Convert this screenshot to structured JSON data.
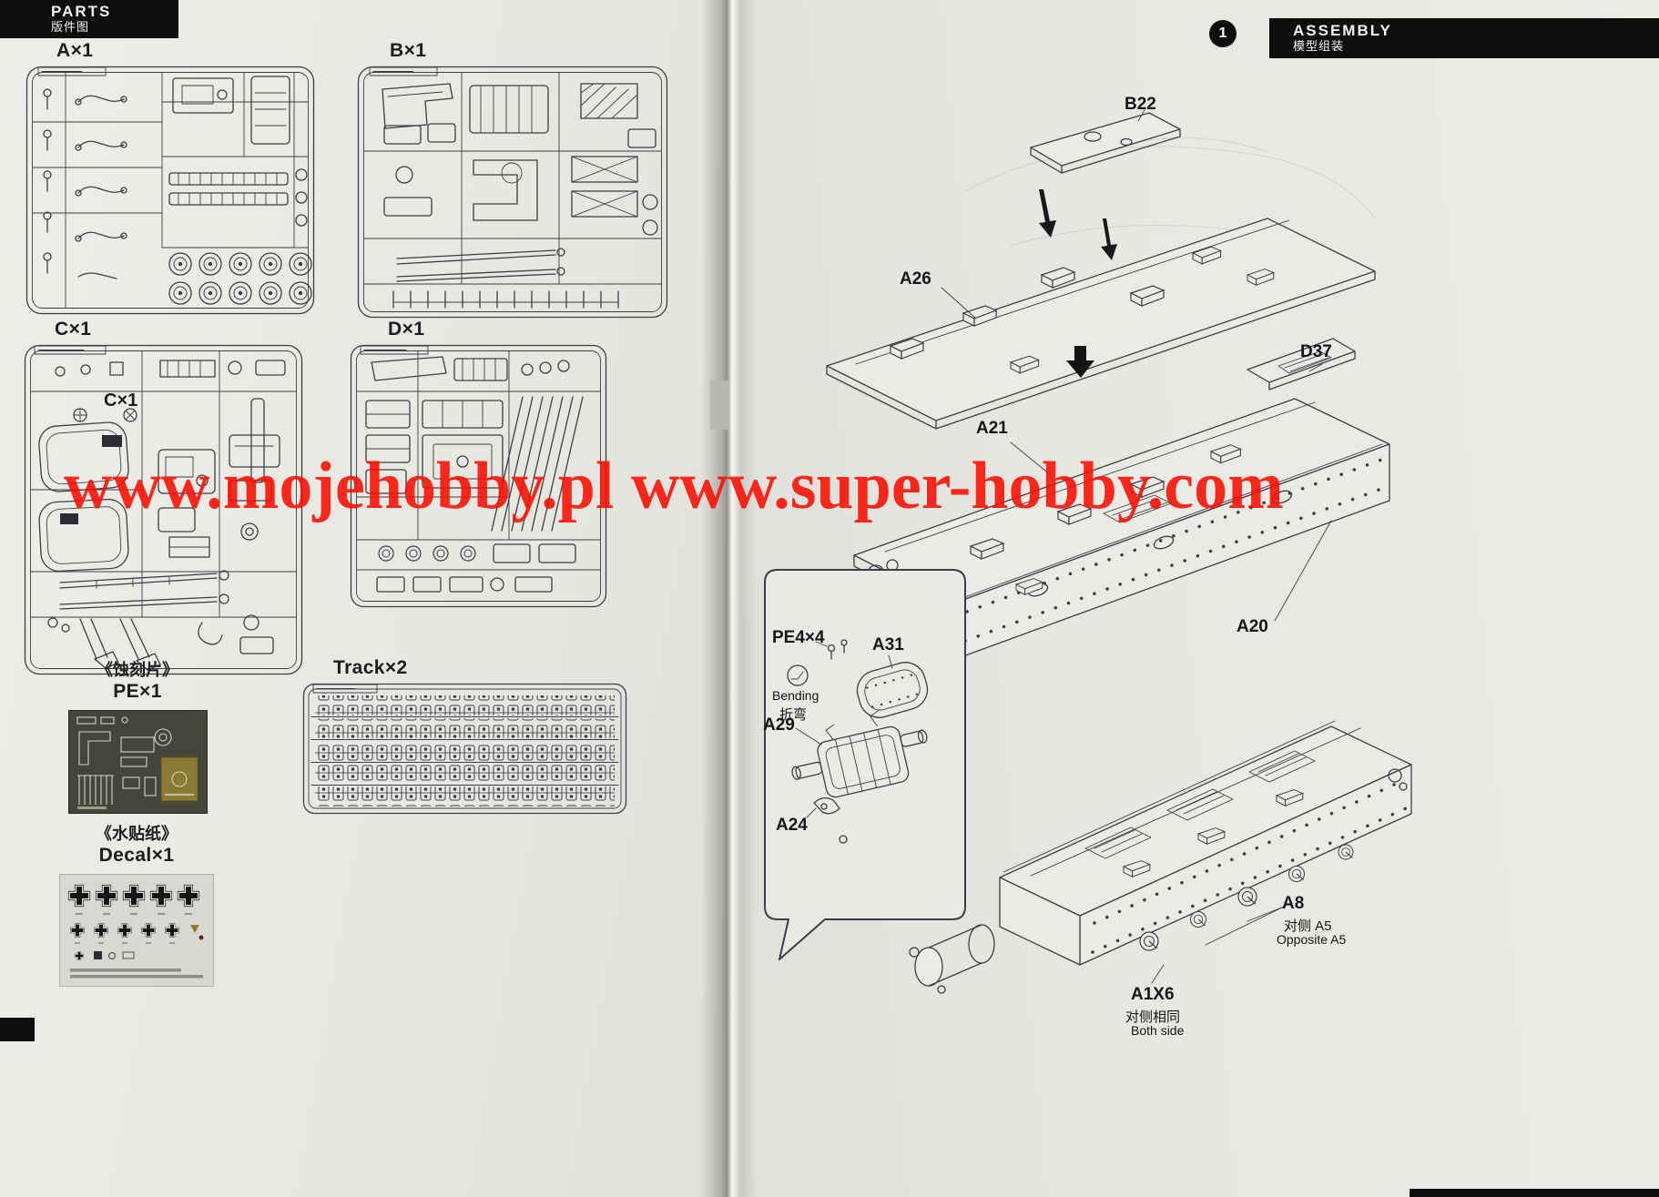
{
  "watermark_text": "www.mojehobby.pl www.super-hobby.com",
  "page_left": {
    "header": {
      "title": "PARTS",
      "subtitle": "版件图"
    },
    "sprue_a_label": "A×1",
    "sprue_b_label": "B×1",
    "sprue_c_label": "C×1",
    "sprue_d_label": "D×1",
    "pe_cn": "《蚀刻片》",
    "pe_label": "PE×1",
    "track_label": "Track×2",
    "decal_cn": "《水贴纸》",
    "decal_label": "Decal×1"
  },
  "page_right": {
    "header": {
      "title": "ASSEMBLY",
      "subtitle": "模型组装"
    },
    "step_number": "1",
    "labels": {
      "b22": "B22",
      "a26": "A26",
      "a21": "A21",
      "d37": "D37",
      "a20": "A20",
      "pe4": "PE4×4",
      "bending_en": "Bending",
      "bending_cn": "折弯",
      "a31": "A31",
      "a29": "A29",
      "a24": "A24",
      "a8": "A8",
      "a8_cn": "对侧 A5",
      "a8_en": "Opposite A5",
      "a1x6": "A1X6",
      "a1x6_cn": "对侧相同",
      "a1x6_en": "Both side"
    }
  }
}
